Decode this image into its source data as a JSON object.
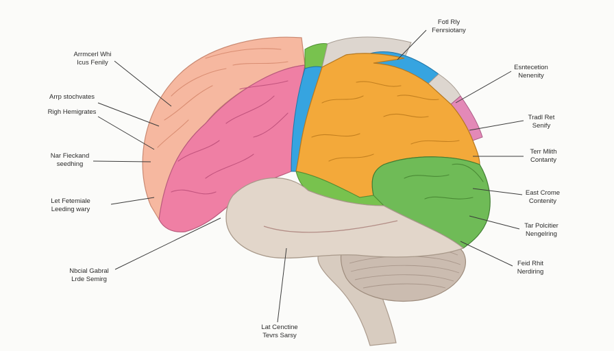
{
  "colors": {
    "frontal": "#ef7fa4",
    "frontal_front": "#f6b8a0",
    "parietal": "#f3a93a",
    "occipital": "#6fbb57",
    "temporal": "#cfc4b6",
    "cerebellum": "#cbbcb0",
    "brainstem": "#d8ccc0",
    "blue_strip": "#36a4e0",
    "green_strip": "#78c24e",
    "magenta_strip": "#e389b7",
    "leader_line": "#3a3a3a"
  },
  "labels": {
    "top_right": [
      "Fotl Rly",
      "Fenrsiotany"
    ],
    "left_1": [
      "Arrmcerl Whi",
      "Icus Fenily"
    ],
    "left_2": [
      "Arrp stochvates"
    ],
    "left_3": [
      "Righ Hemigrates"
    ],
    "left_4": [
      "Nar Fieckand",
      "seedhing"
    ],
    "left_5": [
      "Let Fetemiale",
      "Leeding wary"
    ],
    "left_6": [
      "Nbcial Gabral",
      "Lrde Semirg"
    ],
    "bottom": [
      "Lat Cenctine",
      "Tevrs Sarsy"
    ],
    "right_1": [
      "Esntecetion",
      "Nenenity"
    ],
    "right_2": [
      "Tradl Ret",
      "Senify"
    ],
    "right_3": [
      "Terr Mlith",
      "Contanty"
    ],
    "right_4": [
      "East Crome",
      "Contenity"
    ],
    "right_5": [
      "Tar Polcitier",
      "Nengelring"
    ],
    "right_6": [
      "Feid Rhit",
      "Nerdiring"
    ]
  }
}
